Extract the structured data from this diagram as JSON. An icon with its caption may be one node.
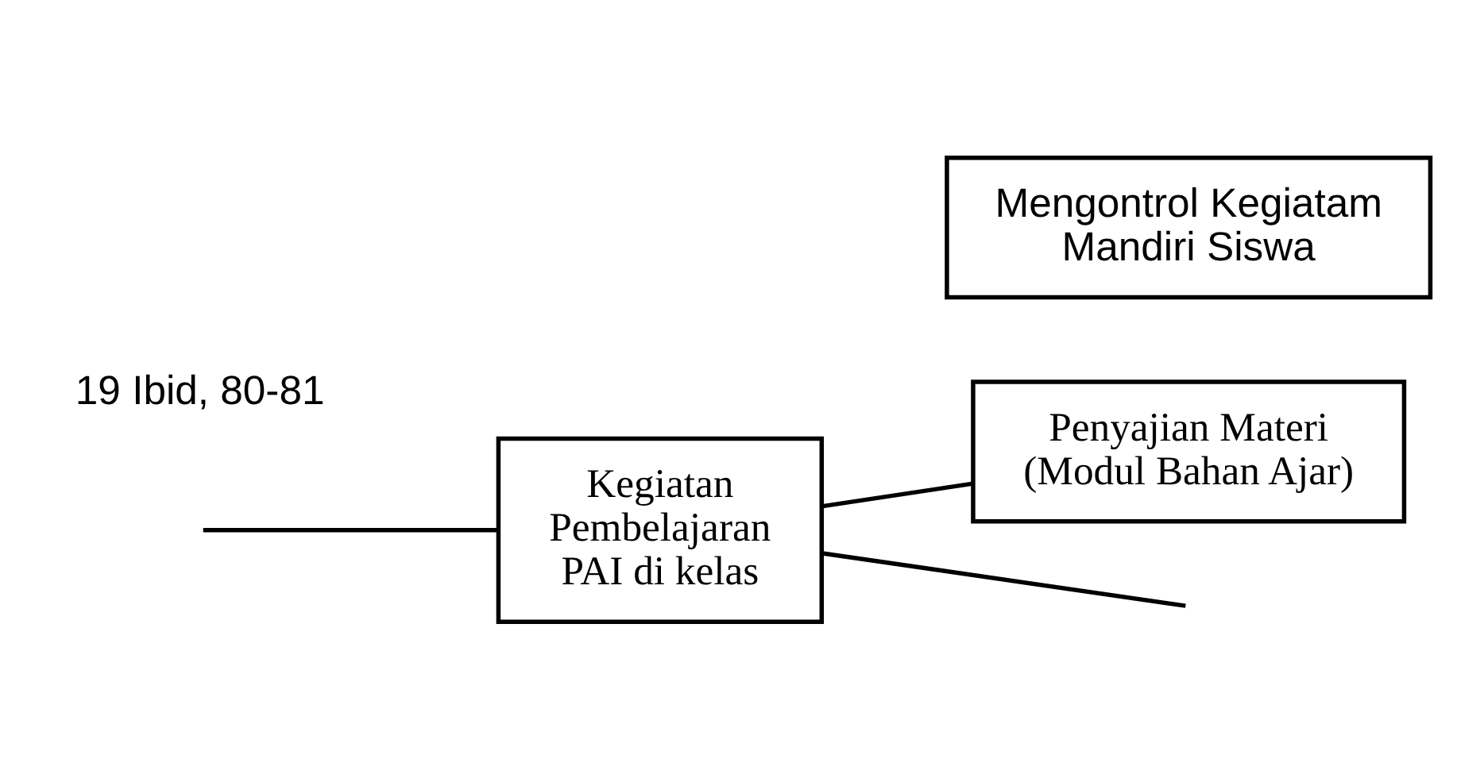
{
  "diagram": {
    "nodes": [
      {
        "text": [
          "Kegiatan Pembelajaran PAI di kelas"
        ]
      },
      {
        "text": [
          "Penyajian Materi (Modul Bahan Ajar)"
        ]
      },
      {
        "text": [
          "Mengontrol Kegiatam Mandiri Siswa"
        ]
      }
    ],
    "edges": [
      {
        "from": null,
        "to": 0,
        "arrow": "none"
      },
      {
        "from": 0,
        "to": 1,
        "arrow": "none"
      },
      {
        "from": 0,
        "to": null,
        "arrow": "none"
      }
    ],
    "labels": [
      "19 Ibid, 80-81"
    ]
  }
}
